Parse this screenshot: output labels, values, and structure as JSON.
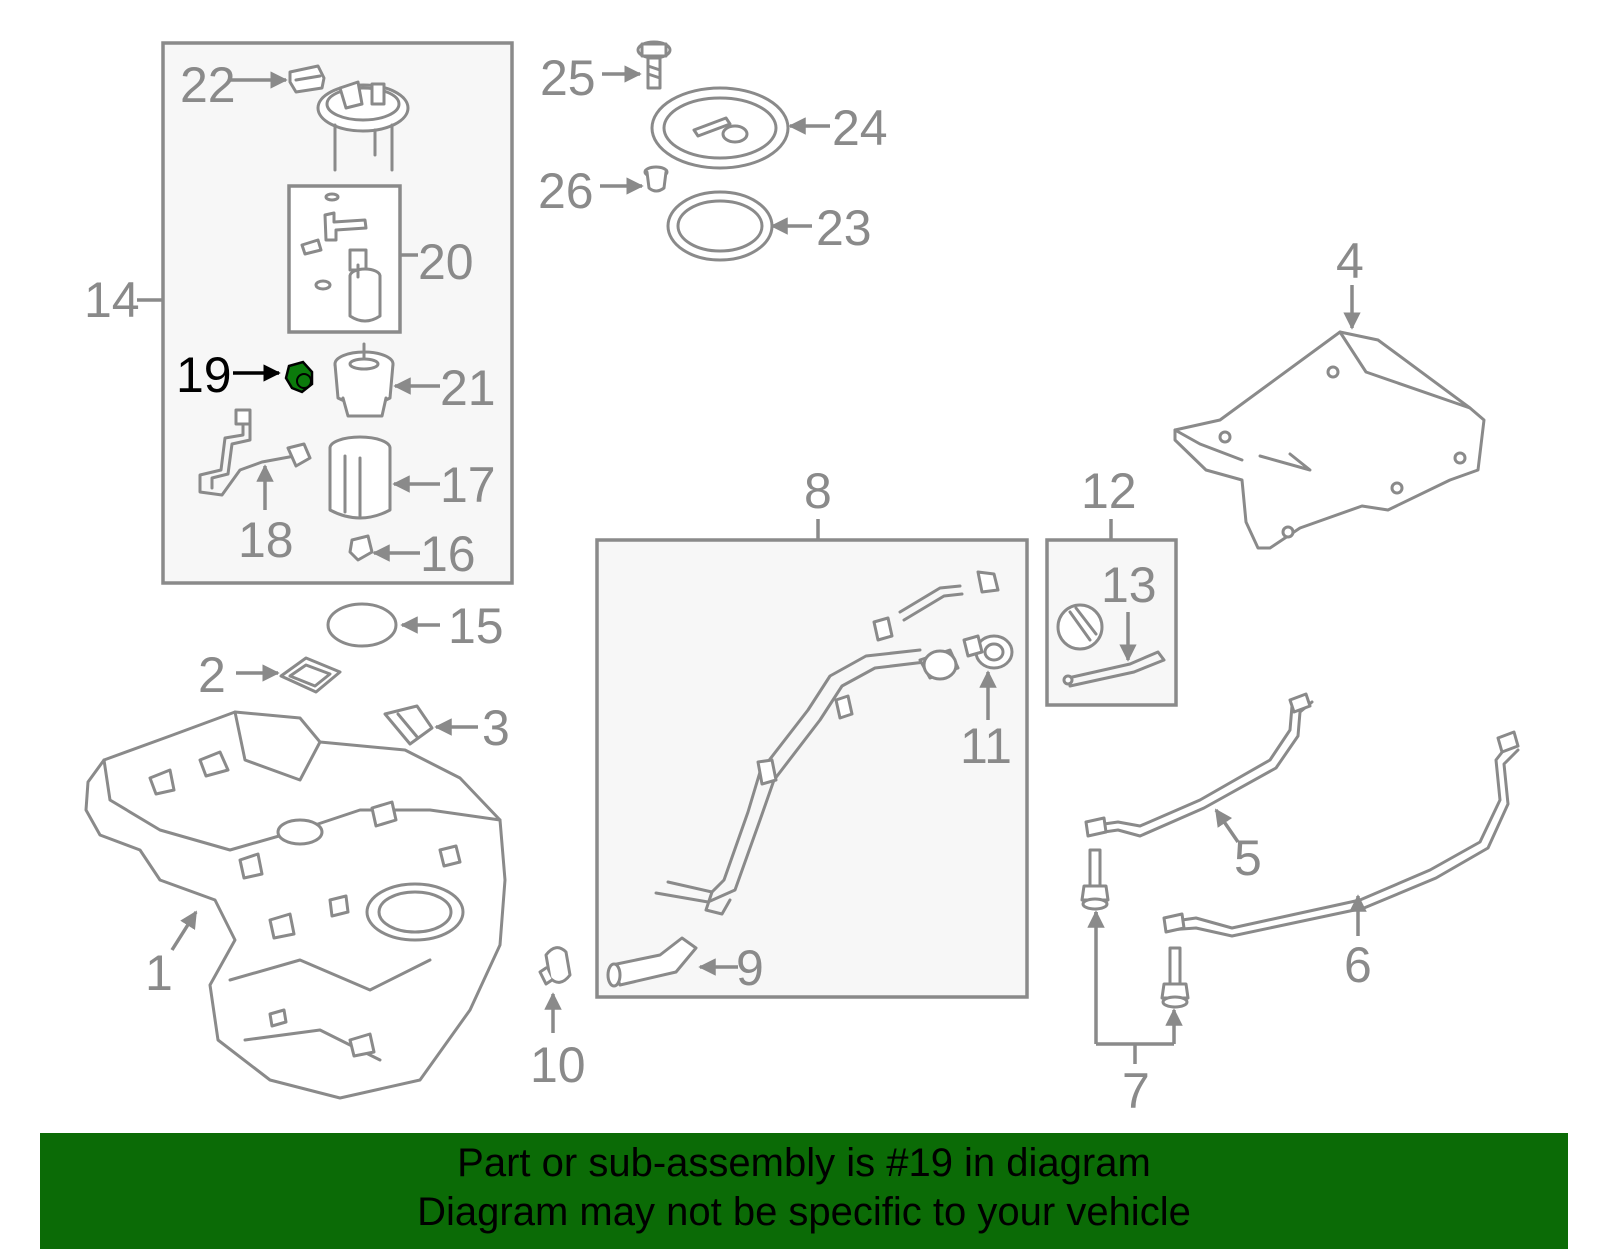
{
  "callouts": {
    "c1": "1",
    "c2": "2",
    "c3": "3",
    "c4": "4",
    "c5": "5",
    "c6": "6",
    "c7": "7",
    "c8": "8",
    "c9": "9",
    "c10": "10",
    "c11": "11",
    "c12": "12",
    "c13": "13",
    "c14": "14",
    "c15": "15",
    "c16": "16",
    "c17": "17",
    "c18": "18",
    "c19": "19",
    "c20": "20",
    "c21": "21",
    "c22": "22",
    "c23": "23",
    "c24": "24",
    "c25": "25",
    "c26": "26"
  },
  "highlight": {
    "part_number": "19",
    "color": "#0b7a0b"
  },
  "banner": {
    "line1": "Part or sub-assembly is #19 in diagram",
    "line2": "Diagram may not be specific to your vehicle",
    "background": "#0b6b06"
  }
}
